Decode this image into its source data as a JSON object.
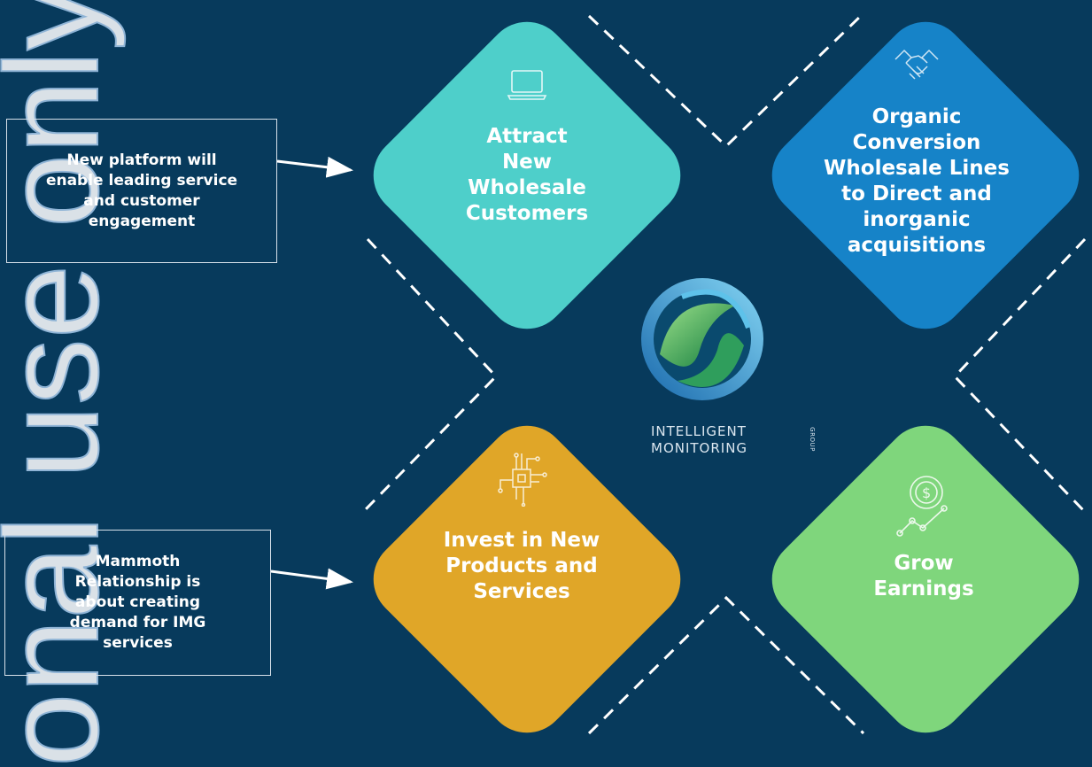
{
  "watermark": "onal use only",
  "cards": {
    "attract": {
      "title": "Attract\nNew\nWholesale\nCustomers",
      "color": "#4ecfca",
      "icon": "laptop-icon"
    },
    "organic": {
      "title": "Organic\nConversion\nWholesale Lines\nto Direct and\ninorganic\nacquisitions",
      "color": "#1683c8",
      "icon": "handshake-icon"
    },
    "invest": {
      "title": "Invest in New\nProducts and\nServices",
      "color": "#e0a628",
      "icon": "circuit-chip-icon"
    },
    "grow": {
      "title": "Grow\nEarnings",
      "color": "#7fd67c",
      "icon": "dollar-growth-icon"
    }
  },
  "notes": {
    "platform": "New platform will\nenable leading service\nand customer\nengagement",
    "mammoth": "Mammoth\nRelationship is\nabout creating\ndemand for IMG\nservices"
  },
  "logo": {
    "line1": "INTELLIGENT",
    "line2": "MONITORING",
    "group": "GROUP"
  },
  "colors": {
    "background": "#073a5c",
    "connector": "#ffffff"
  }
}
